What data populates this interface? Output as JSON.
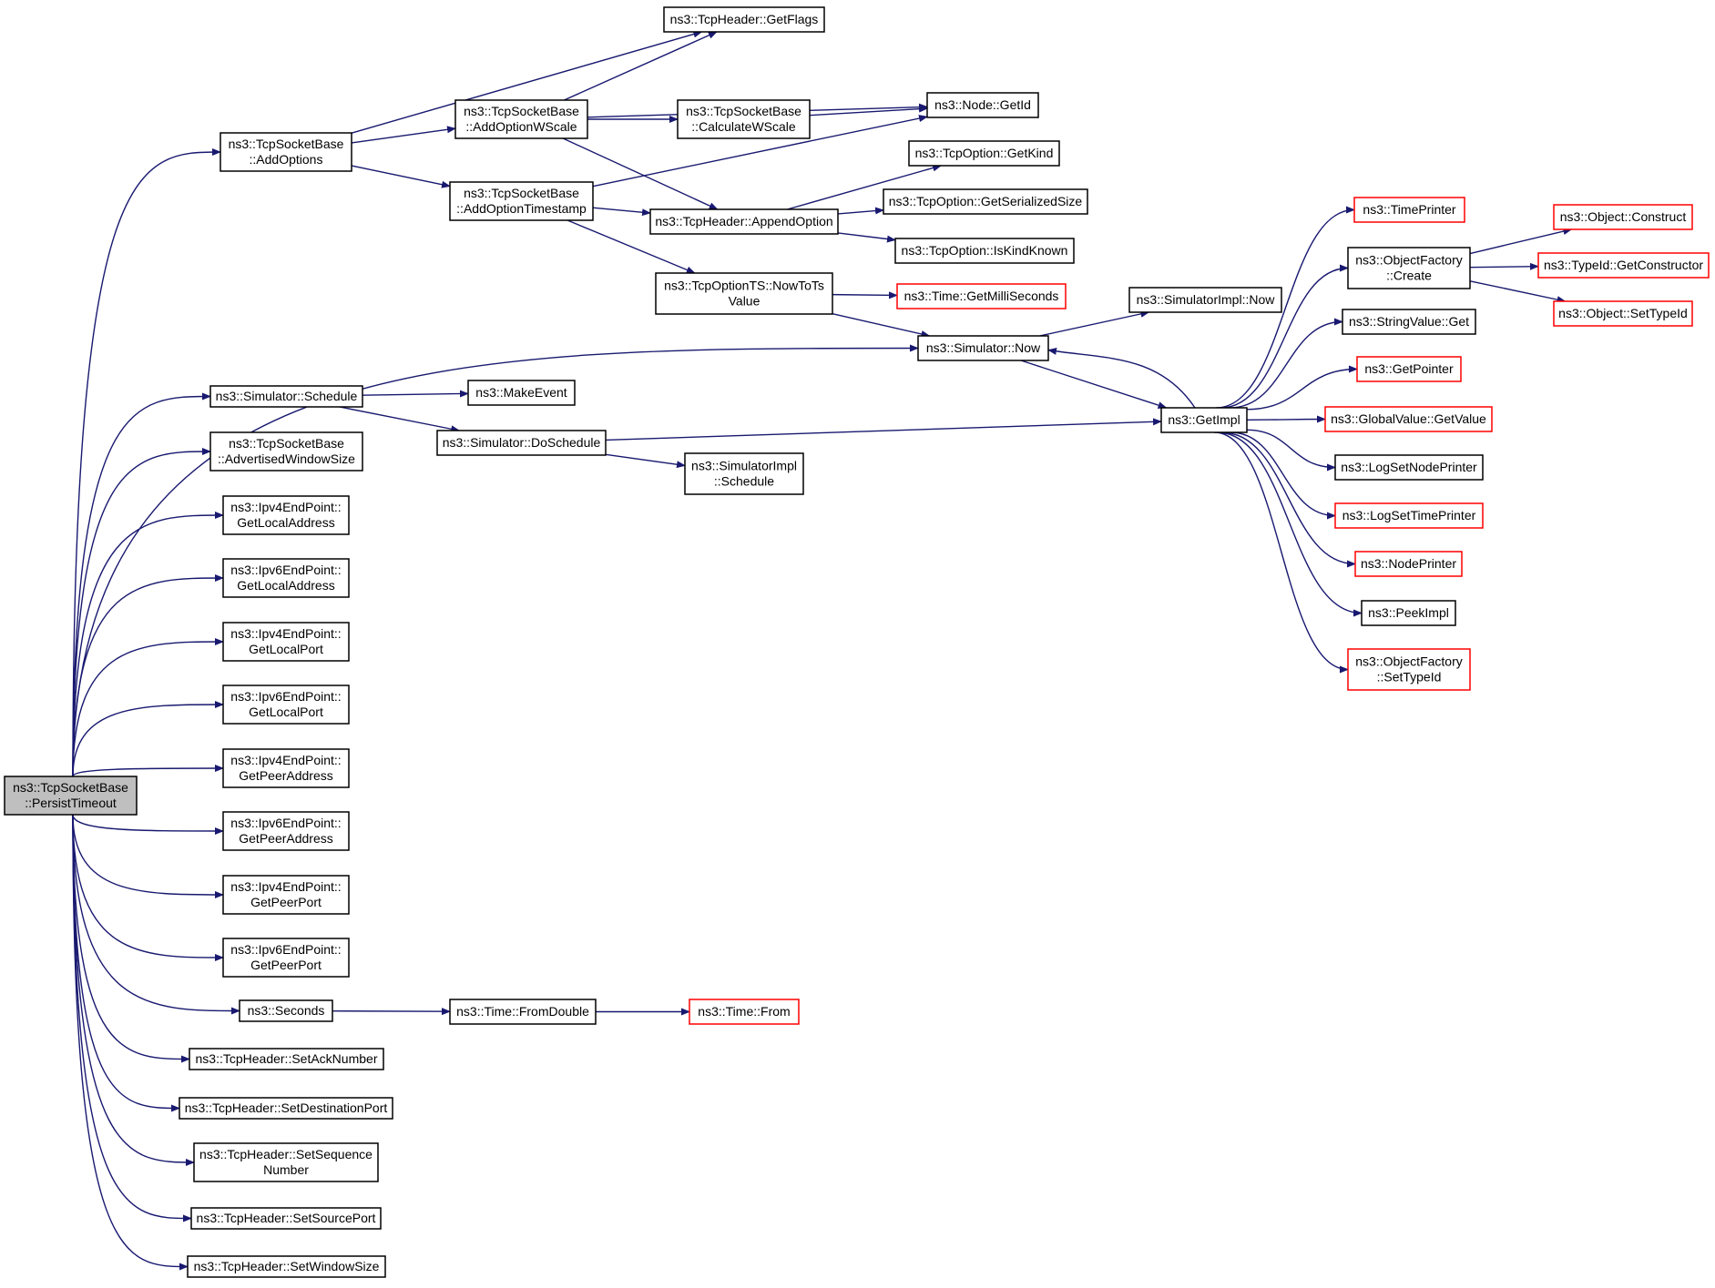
{
  "colors": {
    "background": "#ffffff",
    "edge": "#191970",
    "node_border": "#000000",
    "node_border_truncated": "#ff0000",
    "node_fill": "#ffffff",
    "root_fill": "#bfbfbf",
    "text": "#000000"
  },
  "nodes": [
    {
      "id": "persist_timeout",
      "lines": [
        "ns3::TcpSocketBase",
        "::PersistTimeout"
      ],
      "root": true,
      "truncated": false
    },
    {
      "id": "add_options",
      "lines": [
        "ns3::TcpSocketBase",
        "::AddOptions"
      ],
      "truncated": false
    },
    {
      "id": "sim_schedule",
      "lines": [
        "ns3::Simulator::Schedule"
      ],
      "truncated": false
    },
    {
      "id": "adv_window",
      "lines": [
        "ns3::TcpSocketBase",
        "::AdvertisedWindowSize"
      ],
      "truncated": false
    },
    {
      "id": "ipv4_gla",
      "lines": [
        "ns3::Ipv4EndPoint::",
        "GetLocalAddress"
      ],
      "truncated": false
    },
    {
      "id": "ipv6_gla",
      "lines": [
        "ns3::Ipv6EndPoint::",
        "GetLocalAddress"
      ],
      "truncated": false
    },
    {
      "id": "ipv4_glp",
      "lines": [
        "ns3::Ipv4EndPoint::",
        "GetLocalPort"
      ],
      "truncated": false
    },
    {
      "id": "ipv6_glp",
      "lines": [
        "ns3::Ipv6EndPoint::",
        "GetLocalPort"
      ],
      "truncated": false
    },
    {
      "id": "ipv4_gpa",
      "lines": [
        "ns3::Ipv4EndPoint::",
        "GetPeerAddress"
      ],
      "truncated": false
    },
    {
      "id": "ipv6_gpa",
      "lines": [
        "ns3::Ipv6EndPoint::",
        "GetPeerAddress"
      ],
      "truncated": false
    },
    {
      "id": "ipv4_gpp",
      "lines": [
        "ns3::Ipv4EndPoint::",
        "GetPeerPort"
      ],
      "truncated": false
    },
    {
      "id": "ipv6_gpp",
      "lines": [
        "ns3::Ipv6EndPoint::",
        "GetPeerPort"
      ],
      "truncated": false
    },
    {
      "id": "seconds",
      "lines": [
        "ns3::Seconds"
      ],
      "truncated": false
    },
    {
      "id": "set_ack",
      "lines": [
        "ns3::TcpHeader::SetAckNumber"
      ],
      "truncated": false
    },
    {
      "id": "set_dest",
      "lines": [
        "ns3::TcpHeader::SetDestinationPort"
      ],
      "truncated": false
    },
    {
      "id": "set_seq",
      "lines": [
        "ns3::TcpHeader::SetSequence",
        "Number"
      ],
      "truncated": false
    },
    {
      "id": "set_src",
      "lines": [
        "ns3::TcpHeader::SetSourcePort"
      ],
      "truncated": false
    },
    {
      "id": "set_win",
      "lines": [
        "ns3::TcpHeader::SetWindowSize"
      ],
      "truncated": false
    },
    {
      "id": "get_flags",
      "lines": [
        "ns3::TcpHeader::GetFlags"
      ],
      "truncated": false
    },
    {
      "id": "add_wscale",
      "lines": [
        "ns3::TcpSocketBase",
        "::AddOptionWScale"
      ],
      "truncated": false
    },
    {
      "id": "add_ts",
      "lines": [
        "ns3::TcpSocketBase",
        "::AddOptionTimestamp"
      ],
      "truncated": false
    },
    {
      "id": "calc_wscale",
      "lines": [
        "ns3::TcpSocketBase",
        "::CalculateWScale"
      ],
      "truncated": false
    },
    {
      "id": "node_getid",
      "lines": [
        "ns3::Node::GetId"
      ],
      "truncated": false
    },
    {
      "id": "append_option",
      "lines": [
        "ns3::TcpHeader::AppendOption"
      ],
      "truncated": false
    },
    {
      "id": "opt_getkind",
      "lines": [
        "ns3::TcpOption::GetKind"
      ],
      "truncated": false
    },
    {
      "id": "opt_getsersize",
      "lines": [
        "ns3::TcpOption::GetSerializedSize"
      ],
      "truncated": false
    },
    {
      "id": "opt_iskindknown",
      "lines": [
        "ns3::TcpOption::IsKindKnown"
      ],
      "truncated": false
    },
    {
      "id": "nowtots",
      "lines": [
        "ns3::TcpOptionTS::NowToTs",
        "Value"
      ],
      "truncated": false
    },
    {
      "id": "getmilli",
      "lines": [
        "ns3::Time::GetMilliSeconds"
      ],
      "truncated": true
    },
    {
      "id": "sim_now",
      "lines": [
        "ns3::Simulator::Now"
      ],
      "truncated": false
    },
    {
      "id": "simimpl_now",
      "lines": [
        "ns3::SimulatorImpl::Now"
      ],
      "truncated": false
    },
    {
      "id": "make_event",
      "lines": [
        "ns3::MakeEvent"
      ],
      "truncated": false
    },
    {
      "id": "do_schedule",
      "lines": [
        "ns3::Simulator::DoSchedule"
      ],
      "truncated": false
    },
    {
      "id": "simimpl_schedule",
      "lines": [
        "ns3::SimulatorImpl",
        "::Schedule"
      ],
      "truncated": false
    },
    {
      "id": "get_impl",
      "lines": [
        "ns3::GetImpl"
      ],
      "truncated": false
    },
    {
      "id": "time_printer",
      "lines": [
        "ns3::TimePrinter"
      ],
      "truncated": true
    },
    {
      "id": "objfac_create",
      "lines": [
        "ns3::ObjectFactory",
        "::Create"
      ],
      "truncated": false
    },
    {
      "id": "strval_get",
      "lines": [
        "ns3::StringValue::Get"
      ],
      "truncated": false
    },
    {
      "id": "get_pointer",
      "lines": [
        "ns3::GetPointer"
      ],
      "truncated": true
    },
    {
      "id": "gv_getvalue",
      "lines": [
        "ns3::GlobalValue::GetValue"
      ],
      "truncated": true
    },
    {
      "id": "log_node_printer",
      "lines": [
        "ns3::LogSetNodePrinter"
      ],
      "truncated": false
    },
    {
      "id": "log_time_printer",
      "lines": [
        "ns3::LogSetTimePrinter"
      ],
      "truncated": true
    },
    {
      "id": "node_printer",
      "lines": [
        "ns3::NodePrinter"
      ],
      "truncated": true
    },
    {
      "id": "peek_impl",
      "lines": [
        "ns3::PeekImpl"
      ],
      "truncated": false
    },
    {
      "id": "objfac_settypeid",
      "lines": [
        "ns3::ObjectFactory",
        "::SetTypeId"
      ],
      "truncated": true
    },
    {
      "id": "obj_construct",
      "lines": [
        "ns3::Object::Construct"
      ],
      "truncated": true
    },
    {
      "id": "typeid_getctor",
      "lines": [
        "ns3::TypeId::GetConstructor"
      ],
      "truncated": true
    },
    {
      "id": "obj_settypeid",
      "lines": [
        "ns3::Object::SetTypeId"
      ],
      "truncated": true
    },
    {
      "id": "time_fromdouble",
      "lines": [
        "ns3::Time::FromDouble"
      ],
      "truncated": false
    },
    {
      "id": "time_from",
      "lines": [
        "ns3::Time::From"
      ],
      "truncated": true
    }
  ],
  "edges": [
    [
      "persist_timeout",
      "add_options"
    ],
    [
      "persist_timeout",
      "sim_now"
    ],
    [
      "persist_timeout",
      "sim_schedule"
    ],
    [
      "persist_timeout",
      "adv_window"
    ],
    [
      "persist_timeout",
      "ipv4_gla"
    ],
    [
      "persist_timeout",
      "ipv6_gla"
    ],
    [
      "persist_timeout",
      "ipv4_glp"
    ],
    [
      "persist_timeout",
      "ipv6_glp"
    ],
    [
      "persist_timeout",
      "ipv4_gpa"
    ],
    [
      "persist_timeout",
      "ipv6_gpa"
    ],
    [
      "persist_timeout",
      "ipv4_gpp"
    ],
    [
      "persist_timeout",
      "ipv6_gpp"
    ],
    [
      "persist_timeout",
      "seconds"
    ],
    [
      "persist_timeout",
      "set_ack"
    ],
    [
      "persist_timeout",
      "set_dest"
    ],
    [
      "persist_timeout",
      "set_seq"
    ],
    [
      "persist_timeout",
      "set_src"
    ],
    [
      "persist_timeout",
      "set_win"
    ],
    [
      "add_options",
      "get_flags"
    ],
    [
      "add_options",
      "add_wscale"
    ],
    [
      "add_options",
      "add_ts"
    ],
    [
      "add_wscale",
      "get_flags"
    ],
    [
      "add_wscale",
      "node_getid"
    ],
    [
      "add_wscale",
      "calc_wscale"
    ],
    [
      "add_wscale",
      "append_option"
    ],
    [
      "calc_wscale",
      "node_getid"
    ],
    [
      "add_ts",
      "node_getid"
    ],
    [
      "add_ts",
      "append_option"
    ],
    [
      "add_ts",
      "nowtots"
    ],
    [
      "append_option",
      "opt_getkind"
    ],
    [
      "append_option",
      "opt_getsersize"
    ],
    [
      "append_option",
      "opt_iskindknown"
    ],
    [
      "nowtots",
      "getmilli"
    ],
    [
      "nowtots",
      "sim_now"
    ],
    [
      "sim_now",
      "simimpl_now"
    ],
    [
      "sim_now",
      "get_impl"
    ],
    [
      "sim_schedule",
      "make_event"
    ],
    [
      "sim_schedule",
      "do_schedule"
    ],
    [
      "do_schedule",
      "get_impl"
    ],
    [
      "do_schedule",
      "simimpl_schedule"
    ],
    [
      "get_impl",
      "sim_now"
    ],
    [
      "get_impl",
      "time_printer"
    ],
    [
      "get_impl",
      "objfac_create"
    ],
    [
      "get_impl",
      "strval_get"
    ],
    [
      "get_impl",
      "get_pointer"
    ],
    [
      "get_impl",
      "gv_getvalue"
    ],
    [
      "get_impl",
      "log_node_printer"
    ],
    [
      "get_impl",
      "log_time_printer"
    ],
    [
      "get_impl",
      "node_printer"
    ],
    [
      "get_impl",
      "peek_impl"
    ],
    [
      "get_impl",
      "objfac_settypeid"
    ],
    [
      "objfac_create",
      "obj_construct"
    ],
    [
      "objfac_create",
      "typeid_getctor"
    ],
    [
      "objfac_create",
      "obj_settypeid"
    ],
    [
      "seconds",
      "time_fromdouble"
    ],
    [
      "time_fromdouble",
      "time_from"
    ]
  ]
}
